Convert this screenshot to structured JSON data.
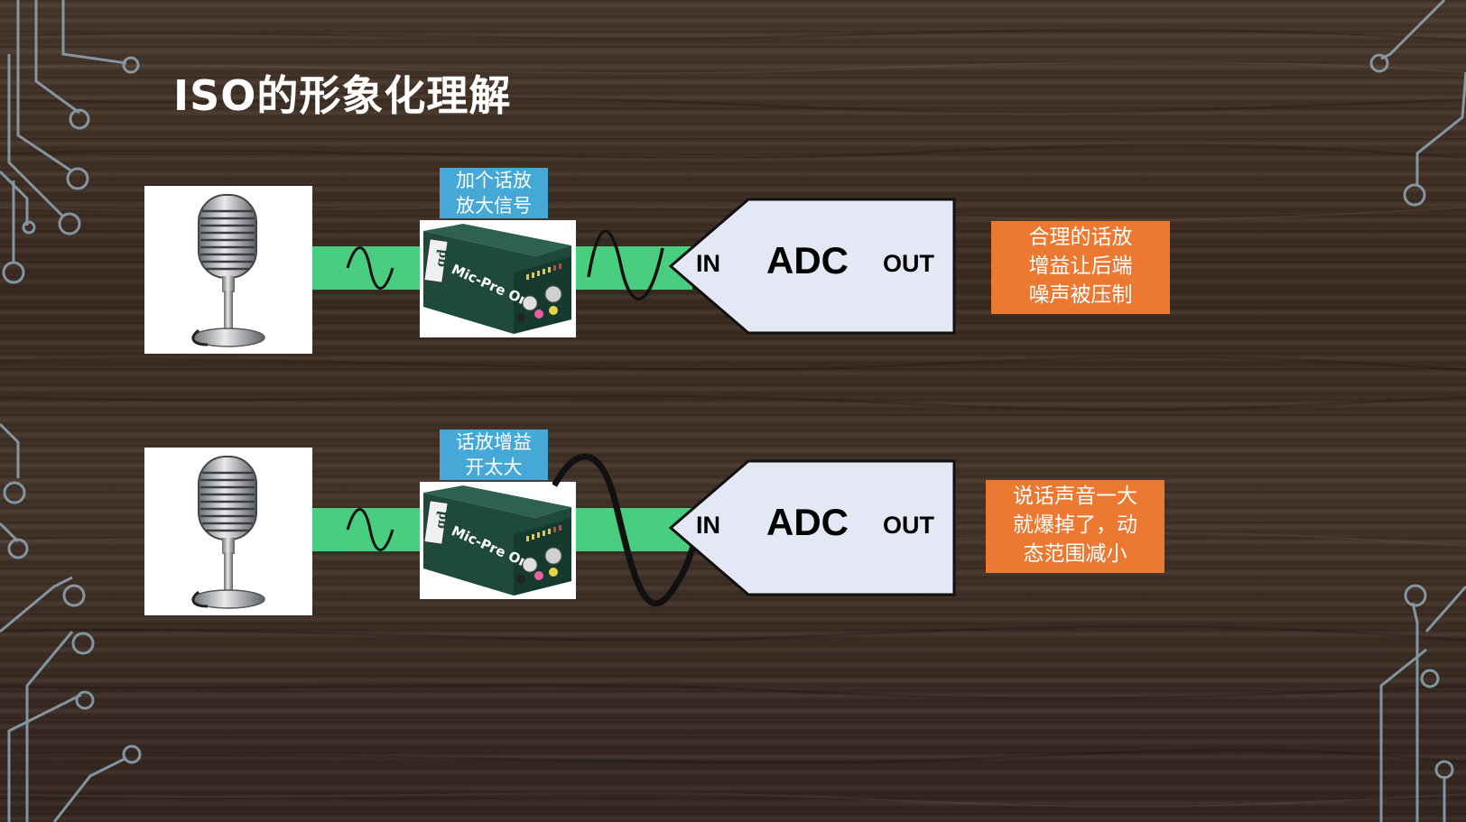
{
  "slide": {
    "title": "ISO的形象化理解"
  },
  "colors": {
    "wire": "#49cd7e",
    "preamp_label_bg": "#45a8d6",
    "note_bg": "#ec7831",
    "adc_fill": "#e4e8f4",
    "circuit_lines": "#8fa8b8"
  },
  "rows": [
    {
      "preamp_label": "加个话放\n放大信号",
      "preamp_label_lines": [
        "加个话放",
        "放大信号"
      ],
      "adc": {
        "in": "IN",
        "name": "ADC",
        "out": "OUT"
      },
      "note_lines": [
        "合理的话放",
        "增益让后端",
        "噪声被压制"
      ]
    },
    {
      "preamp_label_lines": [
        "话放增益",
        "开太大"
      ],
      "adc": {
        "in": "IN",
        "name": "ADC",
        "out": "OUT"
      },
      "note_lines": [
        "说话声音一大",
        "就爆掉了，动",
        "态范围减小"
      ]
    }
  ],
  "icons": {
    "microphone": "vintage-microphone-icon",
    "preamp": "mic-preamp-box-icon",
    "preamp_brand": "Mic-Pre One"
  }
}
